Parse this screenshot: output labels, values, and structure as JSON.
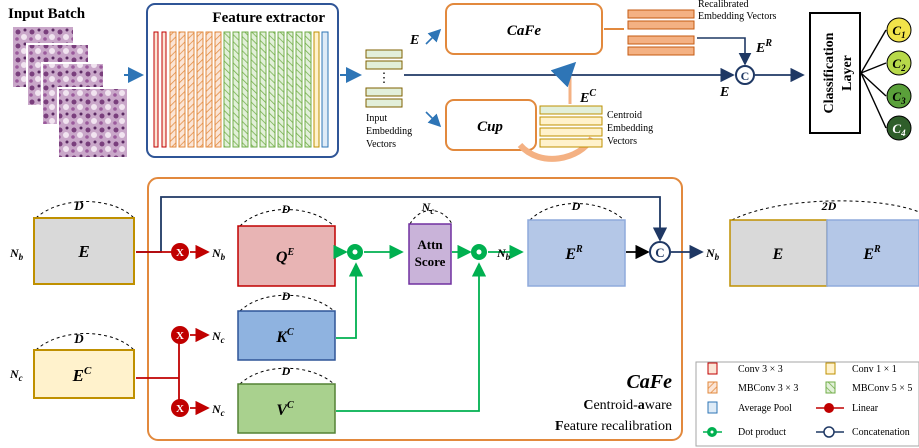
{
  "top": {
    "input_batch": "Input Batch",
    "feature_extractor": "Feature extractor",
    "embedding_label": [
      "Input",
      "Embedding",
      "Vectors"
    ],
    "E": "E",
    "E_arrow": "E",
    "E_C": "E",
    "E_C_sup": "C",
    "E_R": "E",
    "E_R_sup": "R",
    "cafe": "CaFe",
    "cup": "Cup",
    "recal_label": [
      "Recalibrated",
      "Embedding Vectors"
    ],
    "centroid_label": [
      "Centroid",
      "Embedding",
      "Vectors"
    ],
    "concat_symbol": "C",
    "classification": [
      "Classification",
      "Layer"
    ],
    "classes": [
      {
        "letter": "C",
        "sub": "1",
        "color": "#f2e34a"
      },
      {
        "letter": "C",
        "sub": "2",
        "color": "#b7d94a"
      },
      {
        "letter": "C",
        "sub": "3",
        "color": "#5aa03a"
      },
      {
        "letter": "C",
        "sub": "4",
        "color": "#2f5e2a"
      }
    ],
    "ellipsis": "⋮"
  },
  "bottom": {
    "D": "D",
    "D2": "2D",
    "Nb": "N",
    "Nb_sub": "b",
    "Nc": "N",
    "Nc_sub": "c",
    "E": "E",
    "EC": "E",
    "EC_sup": "C",
    "QE": "Q",
    "QE_sup": "E",
    "KC": "K",
    "KC_sup": "C",
    "VC": "V",
    "VC_sup": "C",
    "ER": "E",
    "ER_sup": "R",
    "attn": [
      "Attn",
      "Score"
    ],
    "linear_symbol": "X",
    "cafe_title": "CaFe",
    "cafe_sub1_a": "C",
    "cafe_sub1_b": "entroid-",
    "cafe_sub1_c": "a",
    "cafe_sub1_d": "ware",
    "cafe_sub2_a": "F",
    "cafe_sub2_b": "eature recalibration",
    "colors": {
      "E": "#d9d9d9",
      "EC": "#fef2cb",
      "Q": "#e8b4b4",
      "K": "#8fb3e0",
      "V": "#a9d18e",
      "ER": "#b4c7e7",
      "attn": "#c9b3d9",
      "frame": "#e2893d",
      "fe_frame": "#2f5597",
      "linear": "#c00000",
      "dot": "#00b050",
      "concat": "#1f3864"
    }
  },
  "legend": {
    "items": [
      {
        "label": "Conv 3 × 3",
        "icon": "conv3-icon"
      },
      {
        "label": "Conv 1 × 1",
        "icon": "conv1-icon"
      },
      {
        "label": "MBConv 3 × 3",
        "icon": "mbconv3-icon"
      },
      {
        "label": "MBConv 5 × 5",
        "icon": "mbconv5-icon"
      },
      {
        "label": "Average Pool",
        "icon": "avgpool-icon"
      },
      {
        "label": "Linear",
        "icon": "linear-icon"
      },
      {
        "label": "Dot product",
        "icon": "dot-product-icon"
      },
      {
        "label": "Concatenation",
        "icon": "concat-icon"
      }
    ]
  }
}
